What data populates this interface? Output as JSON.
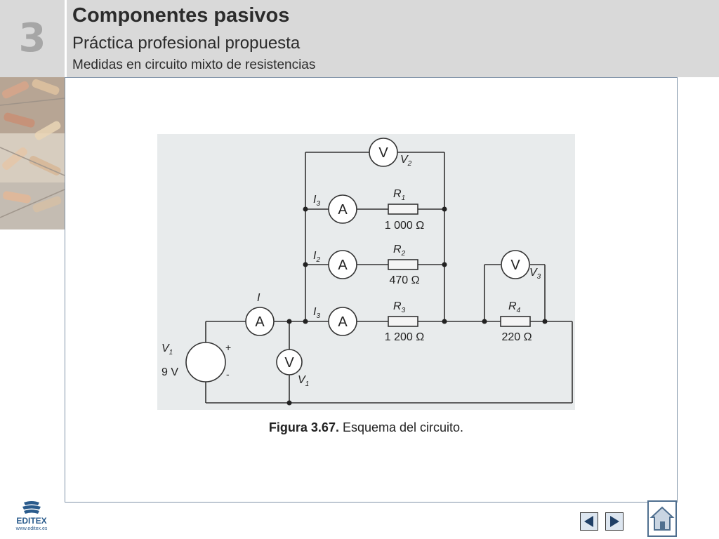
{
  "header": {
    "chapter_number": "3",
    "title": "Componentes pasivos",
    "subtitle": "Práctica profesional propuesta",
    "topic": "Medidas en circuito mixto de resistencias"
  },
  "circuit": {
    "voltmeter_symbol": "V",
    "ammeter_symbol": "A",
    "v2_label": "V",
    "v2_sub": "2",
    "v3_label": "V",
    "v3_sub": "3",
    "v1_label": "V",
    "v1_sub": "1",
    "i_label": "I",
    "i1_label": "I",
    "i1_sub": "3",
    "i2_label": "I",
    "i2_sub": "2",
    "i3_label": "I",
    "i3_sub": "3",
    "r1_label": "R",
    "r1_sub": "1",
    "r1_value": "1 000 Ω",
    "r2_label": "R",
    "r2_sub": "2",
    "r2_value": "470 Ω",
    "r3_label": "R",
    "r3_sub": "3",
    "r3_value": "1 200 Ω",
    "r4_label": "R",
    "r4_sub": "4",
    "r4_value": "220 Ω",
    "source_label": "V",
    "source_sub": "1",
    "source_value": "9 V",
    "plus": "+",
    "minus": "-"
  },
  "caption": {
    "bold": "Figura 3.67.",
    "text": " Esquema del circuito."
  },
  "logo": {
    "name": "EDITEX",
    "url": "www.editex.es"
  },
  "colors": {
    "header_bg": "#d9d9d9",
    "diagram_bg": "#e8ebec",
    "frame_border": "#8093a8",
    "brand": "#2a5b8c"
  },
  "icons": {
    "prev": "triangle-left-icon",
    "next": "triangle-right-icon",
    "home": "home-icon"
  }
}
